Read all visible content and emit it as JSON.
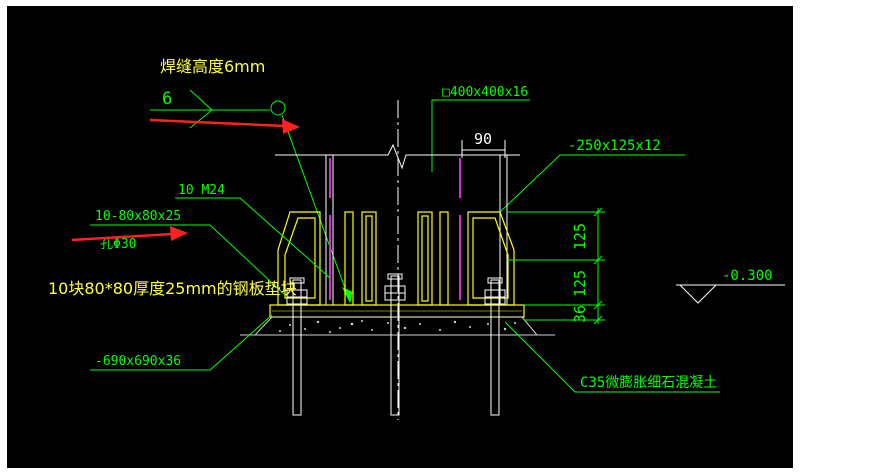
{
  "colors": {
    "background": "#000000",
    "page": "#ffffff",
    "cad_green": "#00ff00",
    "cad_white": "#ffffff",
    "cad_yellow": "#ffff00",
    "cad_magenta": "#cc33cc",
    "cad_gray": "#d0d0d0",
    "arrow_red": "#ff2020",
    "annotation_yellow": "#ffff40"
  },
  "annotations": {
    "weld_height": "焊缝高度6mm",
    "shim_plates": "10块80*80厚度25mm的钢板垫块"
  },
  "labels": {
    "weld_size": "6",
    "column_section": "□400x400x16",
    "dim_90": "90",
    "stiffener": "-250x125x12",
    "anchor_bolts": "10 M24",
    "shim_spec": "10-80x80x25",
    "hole_spec": "孔Φ30",
    "dim_125_upper": "125",
    "dim_125_lower": "125",
    "dim_36": "36",
    "elevation": "-0.300",
    "base_plate": "-690x690x36",
    "grout": "C35微膨胀细石混凝土"
  }
}
